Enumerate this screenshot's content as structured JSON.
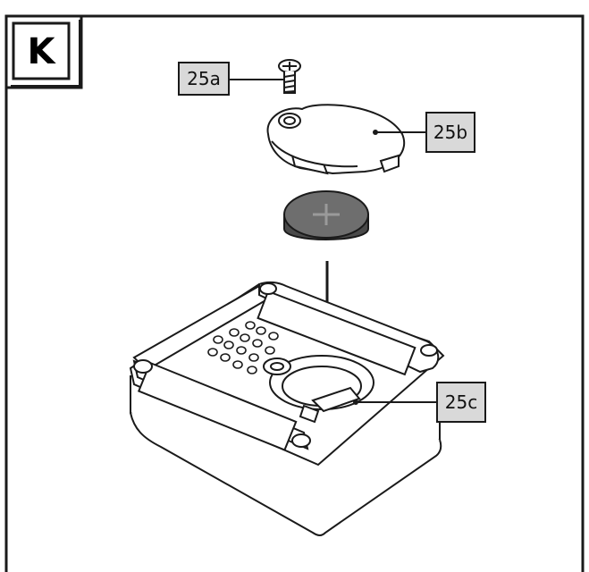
{
  "step": {
    "letter": "K"
  },
  "labels": {
    "screw": "25a",
    "cover": "25b",
    "compartment": "25c"
  },
  "colors": {
    "line": "#1a1a1a",
    "label_fill": "#d9d9d9",
    "battery_top": "#6e6e6e",
    "battery_side": "#4a4a4a",
    "frame": "#1a1a1a"
  }
}
